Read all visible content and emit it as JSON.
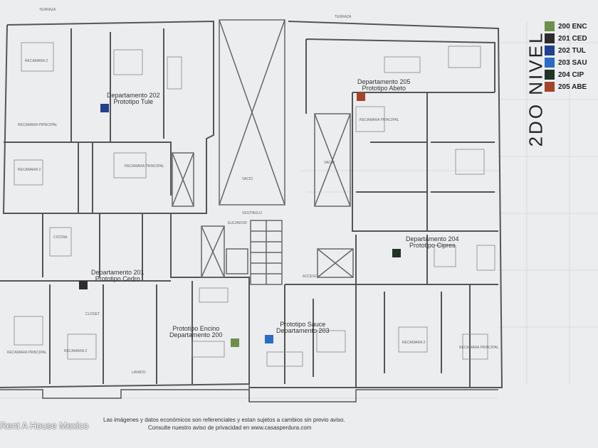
{
  "title": "2DO NIVEL",
  "legend": [
    {
      "label": "200 ENC",
      "color": "#6e8f4c"
    },
    {
      "label": "201 CED",
      "color": "#2e2b2c"
    },
    {
      "label": "202 TUL",
      "color": "#22408d"
    },
    {
      "label": "203 SAU",
      "color": "#2b6cc2"
    },
    {
      "label": "204 CIP",
      "color": "#1f3327"
    },
    {
      "label": "205 ABE",
      "color": "#a3452d"
    }
  ],
  "departments": [
    {
      "name": "Departamento 202",
      "prototype": "Prototipo Tule"
    },
    {
      "name": "Departamento 201",
      "prototype": "Prototipo Cedro"
    },
    {
      "name": "Departamento 200",
      "prototype": "Prototipo Encino"
    },
    {
      "name": "Departamento 203",
      "prototype": "Prototipo Sauce"
    },
    {
      "name": "Departamento 204",
      "prototype": "Prototipo Cipres"
    },
    {
      "name": "Departamento 205",
      "prototype": "Prototipo Abeto"
    }
  ],
  "rooms": {
    "master": "RECAMARA PRINCIPAL",
    "bed2": "RECAMARA 2",
    "void": "VACIO",
    "elevator": "ELEVADOR",
    "vestibule": "VESTIBULO",
    "terrace": "TERRAZA",
    "closet": "CLOSET",
    "kitchen": "COCINA",
    "laundry": "LAVADO",
    "access": "ACCESO"
  },
  "footer": {
    "line1": "Las imágenes y datos económicos son referenciales y estan sujetos a cambios sin previo aviso.",
    "line2": "Consulte nuestro aviso de privacidad en www.casasperdura.com"
  },
  "watermark": "Rent A House Mexico"
}
